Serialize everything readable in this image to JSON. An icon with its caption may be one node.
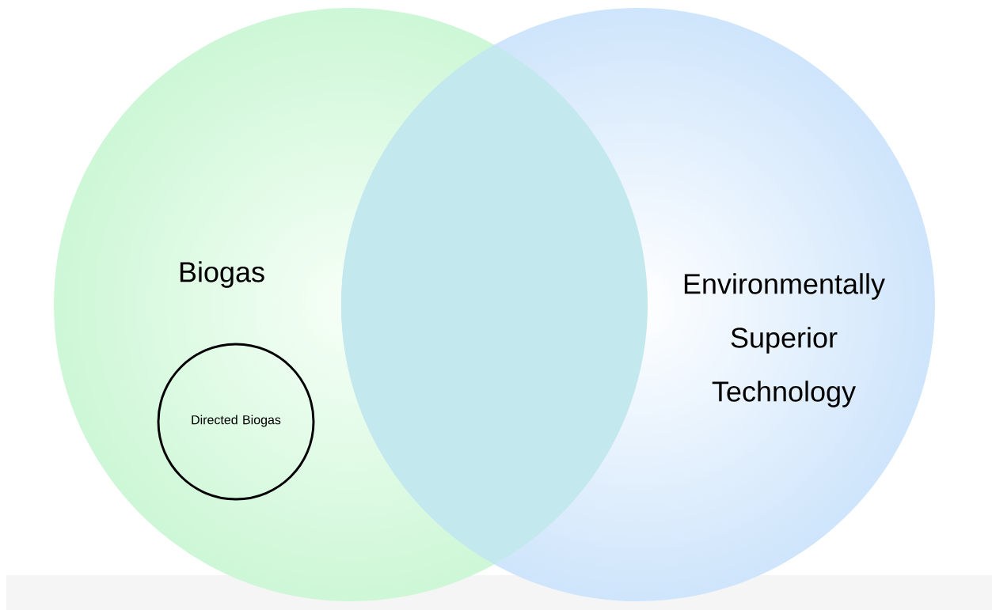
{
  "diagram": {
    "nodes": [
      {
        "text": [
          "Biogas"
        ]
      },
      {
        "text": [
          "Environmentally Superior Technology"
        ]
      },
      {
        "text": [
          "Directed Biogas"
        ],
        "in": 0
      }
    ]
  }
}
